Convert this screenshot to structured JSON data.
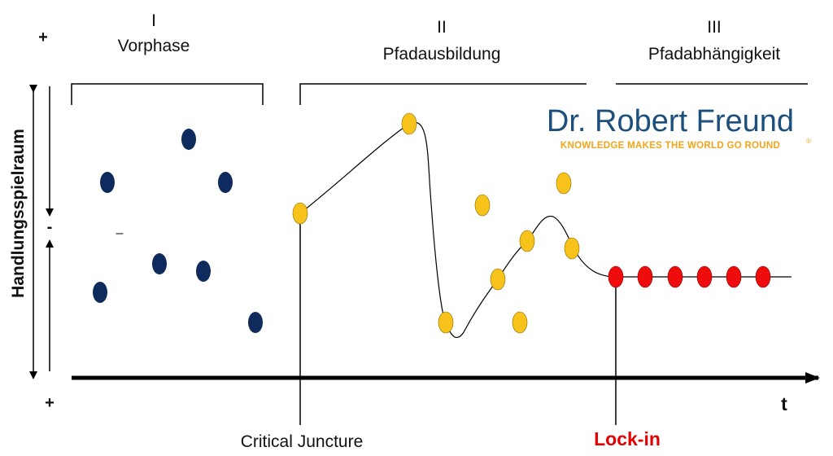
{
  "phases": [
    {
      "numeral": "I",
      "name": "Vorphase"
    },
    {
      "numeral": "II",
      "name": "Pfadausbildung"
    },
    {
      "numeral": "III",
      "name": "Pfadabhängigkeit"
    }
  ],
  "y_axis": {
    "label": "Handlungsspielraum",
    "top_sign": "+",
    "middle_sign": "-",
    "bottom_sign": "+",
    "inner_sign": "–"
  },
  "x_axis": {
    "label": "t"
  },
  "markers": {
    "critical_juncture": "Critical Juncture",
    "lock_in": "Lock-in"
  },
  "brand": {
    "name": "Dr. Robert Freund",
    "tagline": "KNOWLEDGE MAKES THE WORLD GO ROUND",
    "registered": "®"
  },
  "colors": {
    "navy_dots": "#0f2a5c",
    "yellow_dots": "#f7c21a",
    "red_dots": "#ee0c0c",
    "lock_in_text": "#e30000",
    "brand_blue": "#1d4f7c",
    "brand_orange": "#f2a51a",
    "line": "#000000"
  }
}
